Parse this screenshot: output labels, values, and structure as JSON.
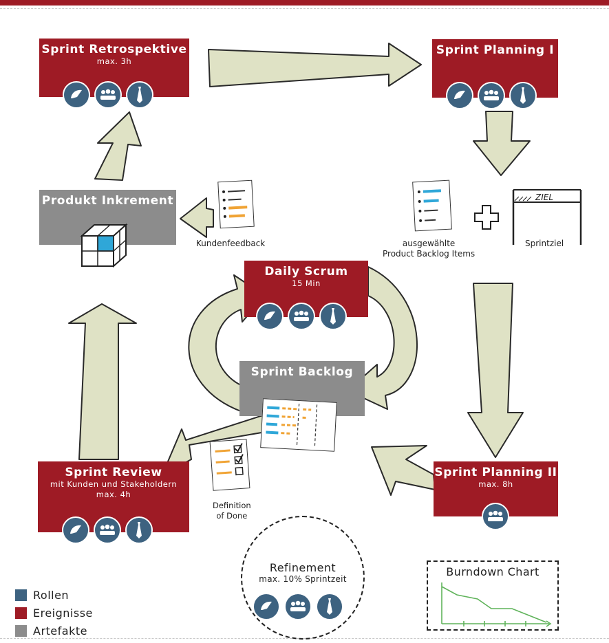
{
  "events": {
    "retro": {
      "title": "Sprint Retrospektive",
      "sub": "max. 3h"
    },
    "planning1": {
      "title": "Sprint Planning I"
    },
    "daily": {
      "title": "Daily Scrum",
      "sub": "15 Min"
    },
    "review": {
      "title": "Sprint Review",
      "sub1": "mit Kunden und Stakeholdern",
      "sub2": "max. 4h"
    },
    "planning2": {
      "title": "Sprint Planning II",
      "sub": "max. 8h"
    }
  },
  "artifacts": {
    "increment": {
      "title": "Produkt Inkrement"
    },
    "backlog": {
      "title": "Sprint Backlog"
    }
  },
  "labels": {
    "feedback": "Kundenfeedback",
    "selected1": "ausgewählte",
    "selected2": "Product Backlog Items",
    "goal": "Sprintziel",
    "goal_sign": "ZIEL",
    "dod1": "Definition",
    "dod2": "of Done"
  },
  "refinement": {
    "title": "Refinement",
    "sub": "max. 10% Sprintzeit"
  },
  "burndown": {
    "title": "Burndown Chart"
  },
  "legend": [
    {
      "label": "Rollen",
      "color": "#3d6280"
    },
    {
      "label": "Ereignisse",
      "color": "#9e1b25"
    },
    {
      "label": "Artefakte",
      "color": "#8c8c8c"
    }
  ],
  "icon_names": [
    "product-owner-icon",
    "team-icon",
    "scrum-master-icon"
  ],
  "colors": {
    "event": "#9e1b25",
    "artifact": "#8c8c8c",
    "role": "#3d6280",
    "arrow": "#dfe2c5"
  }
}
